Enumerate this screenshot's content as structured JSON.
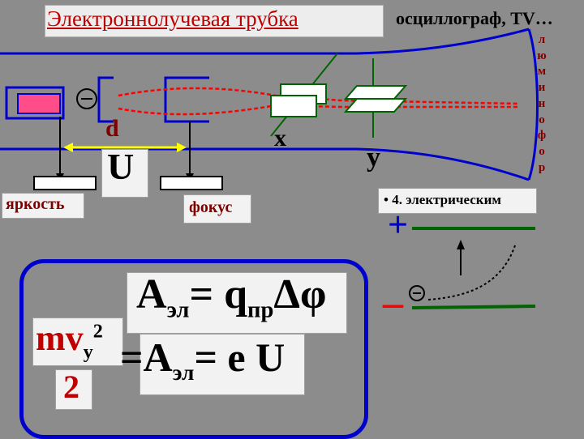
{
  "title": "Электроннолучевая трубка",
  "subtitle": "осциллограф, TV…",
  "vertical_text": [
    "л",
    "ю",
    "м",
    "и",
    "н",
    "о",
    "ф",
    "о",
    "р"
  ],
  "labels": {
    "distance": "d",
    "voltage": "U",
    "brightness": "яркость",
    "focus": "фокус",
    "x_plates": "x",
    "y_plates": "y",
    "electric_deflection": "• 4. электрическим",
    "plus_sign": "+",
    "minus_sign": "–"
  },
  "formulas": {
    "work_field": {
      "A": "A",
      "sub_el": "эл",
      "eq": "= q",
      "sub_pr": "пр",
      "delta": "Δφ"
    },
    "mv": {
      "mv": "mv",
      "sub_y": "у",
      "sup_2": "2",
      "denominator": "2"
    },
    "work_eU": {
      "eq1": "=",
      "A": "A",
      "sub_el": "эл",
      "rest": "= e U"
    }
  },
  "colors": {
    "title": "#c00000",
    "blue_frame": "#0000cc",
    "green": "#006400",
    "red": "#ff0000"
  }
}
